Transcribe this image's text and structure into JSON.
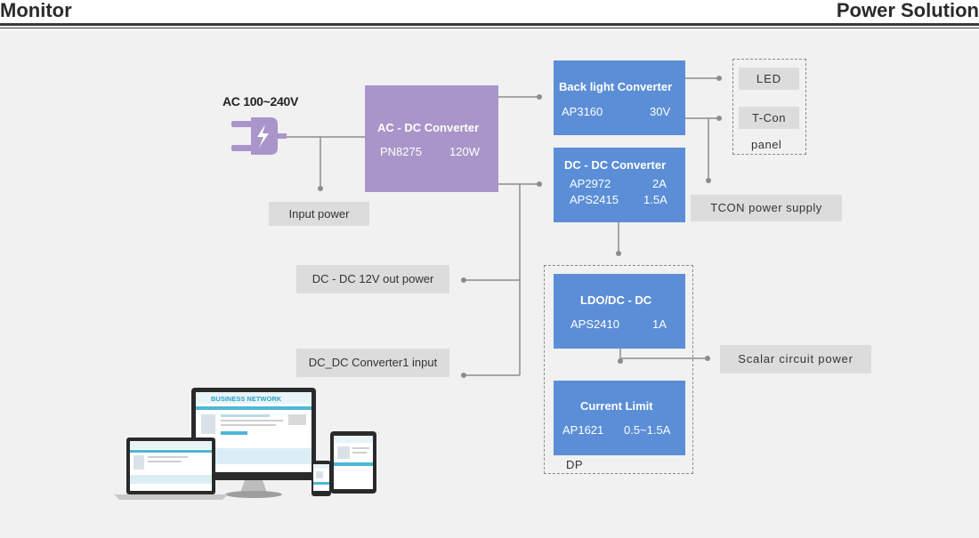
{
  "header": {
    "left_title": "Monitor",
    "right_title": "Power Solution"
  },
  "diagram": {
    "ac_input": {
      "label": "AC 100~240V",
      "icon": "plug-icon"
    },
    "input_power": "Input power",
    "ac_dc": {
      "title": "AC - DC  Converter",
      "part": "PN8275",
      "power": "120W"
    },
    "backlight": {
      "title": "Back light  Converter",
      "part": "AP3160",
      "voltage": "30V"
    },
    "dc_dc": {
      "title": "DC - DC  Converter",
      "part1": "AP2972",
      "current1": "2A",
      "part2": "APS2415",
      "current2": "1.5A"
    },
    "panel": {
      "led": "LED",
      "tcon": "T-Con",
      "label": "panel"
    },
    "tcon_power": "TCON power supply",
    "dc12v_out": "DC - DC 12V out power",
    "dc_conv1_input": "DC_DC Converter1 input",
    "ldo": {
      "title": "LDO/DC - DC",
      "part": "APS2410",
      "current": "1A"
    },
    "scalar_power": "Scalar  circuit  power",
    "current_limit": {
      "title": "Current  Limit",
      "part": "AP1621",
      "range": "0.5~1.5A"
    },
    "dp_label": "DP",
    "devices_image": {
      "icon": "responsive-devices-illustration",
      "logo_text": "BUSINESS NETWORK"
    }
  },
  "colors": {
    "purple_block": "#a995c9",
    "blue_block": "#5b8ed6",
    "gray_box": "#dcdcdc",
    "background": "#f1f1f1",
    "line": "#8c8c8c"
  }
}
